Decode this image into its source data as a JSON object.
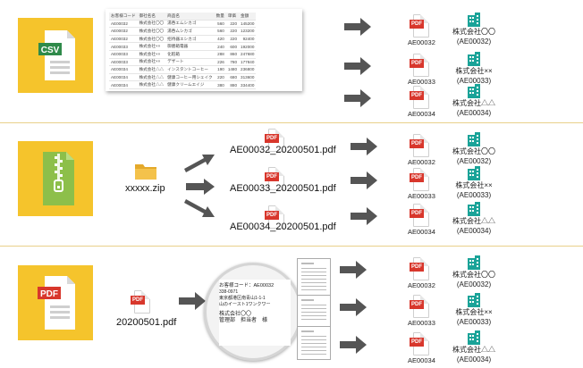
{
  "colors": {
    "tile": "#f5c42c",
    "csv_green": "#2f8a4a",
    "zip_green": "#8dbf4a",
    "pdf_red": "#d8372c",
    "arrow": "#555555",
    "building": "#1aa398",
    "separator": "#e9d08a"
  },
  "rows": [
    {
      "code": "AE00032",
      "company": "株式会社〇〇",
      "code_label": "(AE00032)"
    },
    {
      "code": "AE00033",
      "company": "株式会社××",
      "code_label": "(AE00033)"
    },
    {
      "code": "AE00034",
      "company": "株式会社△△",
      "code_label": "(AE00034)"
    }
  ],
  "csv_section": {
    "icon_label": "CSV",
    "sheet": {
      "headers": [
        "お客様コード",
        "御社名名",
        "商品名",
        "数量",
        "単価",
        "金額"
      ],
      "rows": [
        [
          "AE00032",
          "株式会社〇〇",
          "湯呑エムシカゴ",
          "560",
          "220",
          "145200"
        ],
        [
          "AE00032",
          "株式会社〇〇",
          "湯呑ムシカゴ",
          "560",
          "220",
          "123200"
        ],
        [
          "AE00032",
          "株式会社〇〇",
          "招待器エシカゴ",
          "420",
          "220",
          "92400"
        ],
        [
          "AE00033",
          "株式会社××",
          "御膳箱電器",
          "240",
          "600",
          "192000"
        ],
        [
          "AE00033",
          "株式会社××",
          "化粧箱",
          "288",
          "860",
          "247680"
        ],
        [
          "AE00033",
          "株式会社××",
          "デザート",
          "226",
          "780",
          "177840"
        ],
        [
          "AE00034",
          "株式会社△△",
          "インスタントコーヒー",
          "190",
          "1480",
          "236800"
        ],
        [
          "AE00034",
          "株式会社△△",
          "健康コーヒー用シェイク",
          "220",
          "680",
          "313600"
        ],
        [
          "AE00034",
          "株式会社△△",
          "健康クリームエイジ",
          "380",
          "880",
          "334400"
        ]
      ]
    }
  },
  "zip_section": {
    "zip_label": "xxxxx.zip",
    "files": [
      "AE00032_20200501.pdf",
      "AE00033_20200501.pdf",
      "AE00034_20200501.pdf"
    ]
  },
  "pdf_section": {
    "icon_label": "PDF",
    "file_label": "20200501.pdf",
    "magnifier_lines": [
      "お客様コード：AE00032",
      "338-0971",
      "東京都港区南青山1-1-1",
      "山のイースト1ワンクワー",
      "株式会社〇〇",
      "管理部　担当者　様"
    ]
  },
  "pdf_tag": "PDF"
}
